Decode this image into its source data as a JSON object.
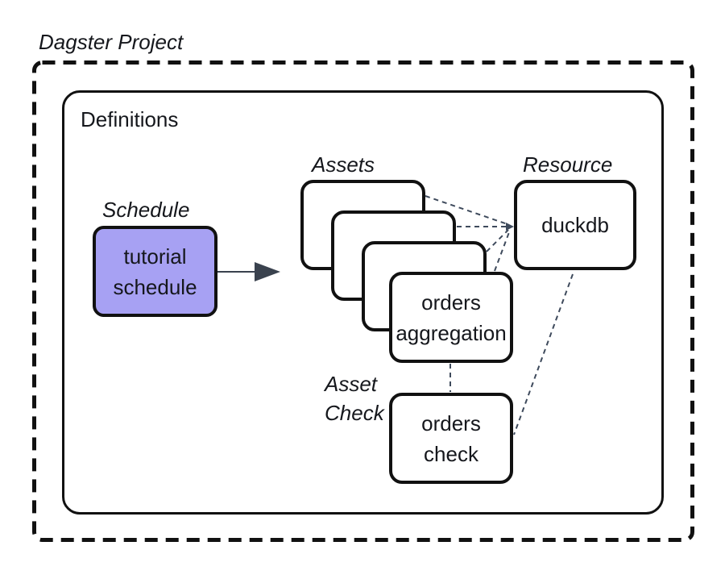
{
  "diagram": {
    "title": "Dagster Project",
    "container_label": "Definitions",
    "group_labels": {
      "schedule": "Schedule",
      "assets": "Assets",
      "resource": "Resource",
      "asset_check": "Asset\nCheck"
    },
    "nodes": {
      "tutorial_schedule": "tutorial\nschedule",
      "orders_aggregation": "orders\naggregation",
      "duckdb": "duckdb",
      "orders_check": "orders\ncheck"
    },
    "edges": [
      {
        "from": "asset-1",
        "to": "duckdb",
        "style": "dashed"
      },
      {
        "from": "asset-2",
        "to": "duckdb",
        "style": "dashed"
      },
      {
        "from": "asset-3",
        "to": "duckdb",
        "style": "dashed"
      },
      {
        "from": "orders-aggregation",
        "to": "duckdb",
        "style": "dashed"
      },
      {
        "from": "orders-aggregation",
        "to": "orders-check",
        "style": "dashed"
      },
      {
        "from": "duckdb",
        "to": "orders-check",
        "style": "dashed"
      },
      {
        "from": "tutorial-schedule",
        "to": "assets",
        "style": "solid-arrow"
      }
    ],
    "colors": {
      "schedule_fill": "#a7a1f3",
      "box_border": "#111111",
      "connector": "#3e4a5c",
      "arrow": "#3a424e",
      "text": "#15171c",
      "background": "#ffffff"
    }
  }
}
